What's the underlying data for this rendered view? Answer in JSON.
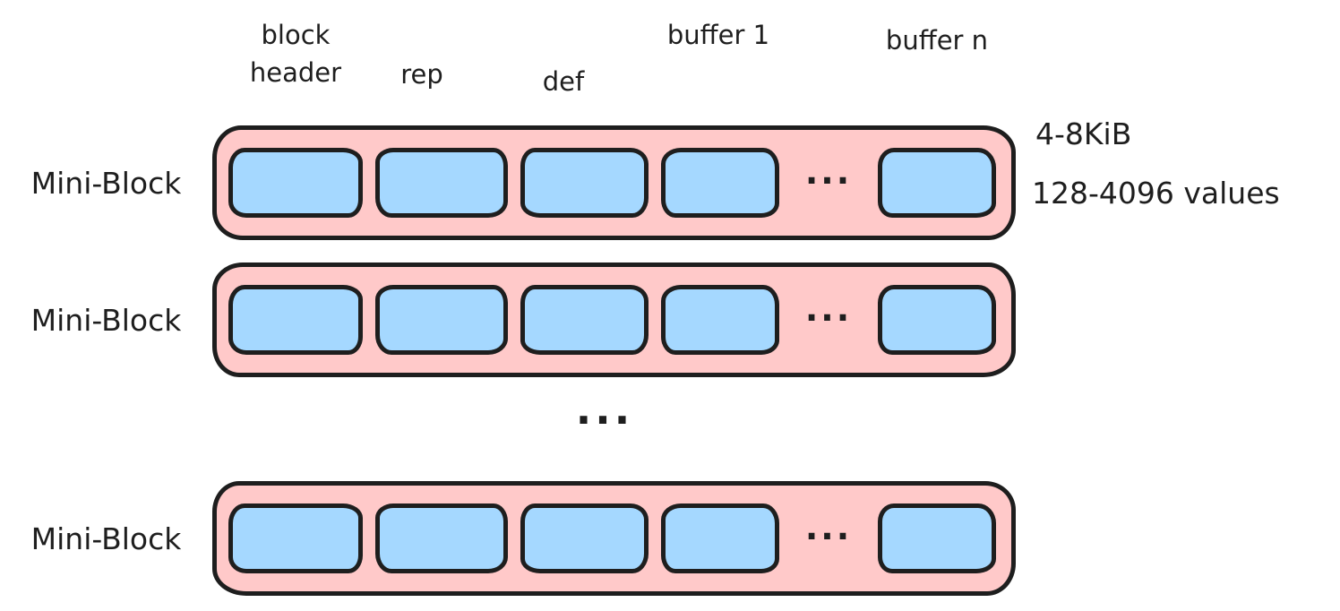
{
  "diagram": {
    "columns": [
      {
        "label": "block header"
      },
      {
        "label": "rep"
      },
      {
        "label": "def"
      },
      {
        "label": "buffer 1"
      },
      {
        "label": "buffer n"
      }
    ],
    "rows": [
      {
        "label": "Mini-Block",
        "ellipsis": "..."
      },
      {
        "label": "Mini-Block",
        "ellipsis": "..."
      },
      {
        "label": "Mini-Block",
        "ellipsis": "..."
      }
    ],
    "rows_ellipsis": "...",
    "annotations": {
      "size": "4-8KiB",
      "values": "128-4096 values"
    },
    "colors": {
      "container_fill": "#ffc9c9",
      "cell_fill": "#a5d8ff",
      "stroke": "#1e1e1e",
      "background": "#ffffff"
    }
  }
}
